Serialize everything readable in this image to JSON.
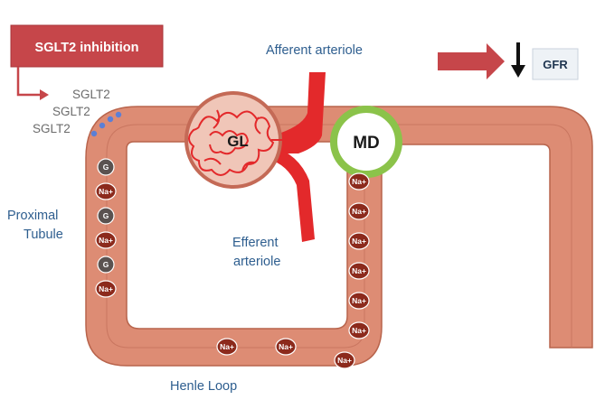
{
  "colors": {
    "tubule": "#dd8c74",
    "tubule_edge": "#b8644c",
    "tubule_shade": "#c97660",
    "arrow_red": "#c6464a",
    "vessel_red": "#e3292b",
    "md_fill": "#ffffff",
    "md_ring": "#8bc34a",
    "sodium_ion": "#8c2a1c",
    "glucose_ion": "#5a5250",
    "label_blue": "#2e5e8f",
    "sglt2_dot": "#5b7fd6"
  },
  "header_box": {
    "label": "SGLT2 inhibition"
  },
  "sglt2_labels": [
    "SGLT2",
    "SGLT2",
    "SGLT2"
  ],
  "labels": {
    "afferent": "Afferent arteriole",
    "efferent_line1": "Efferent",
    "efferent_line2": "arteriole",
    "proximal_line1": "Proximal",
    "proximal_line2": "Tubule",
    "henle": "Henle Loop",
    "glomerulus": "GL",
    "macula_densa": "MD",
    "gfr": "GFR"
  },
  "ions": {
    "sodium": "Na+",
    "glucose": "G",
    "proximal_sequence": [
      "G",
      "Na+",
      "G",
      "Na+",
      "G",
      "Na+"
    ],
    "loop_bottom_count": 2,
    "ascending_limb_count": 7
  },
  "icons": {
    "gfr_change": "down-arrow-icon",
    "effect_arrow": "right-arrow-icon"
  }
}
